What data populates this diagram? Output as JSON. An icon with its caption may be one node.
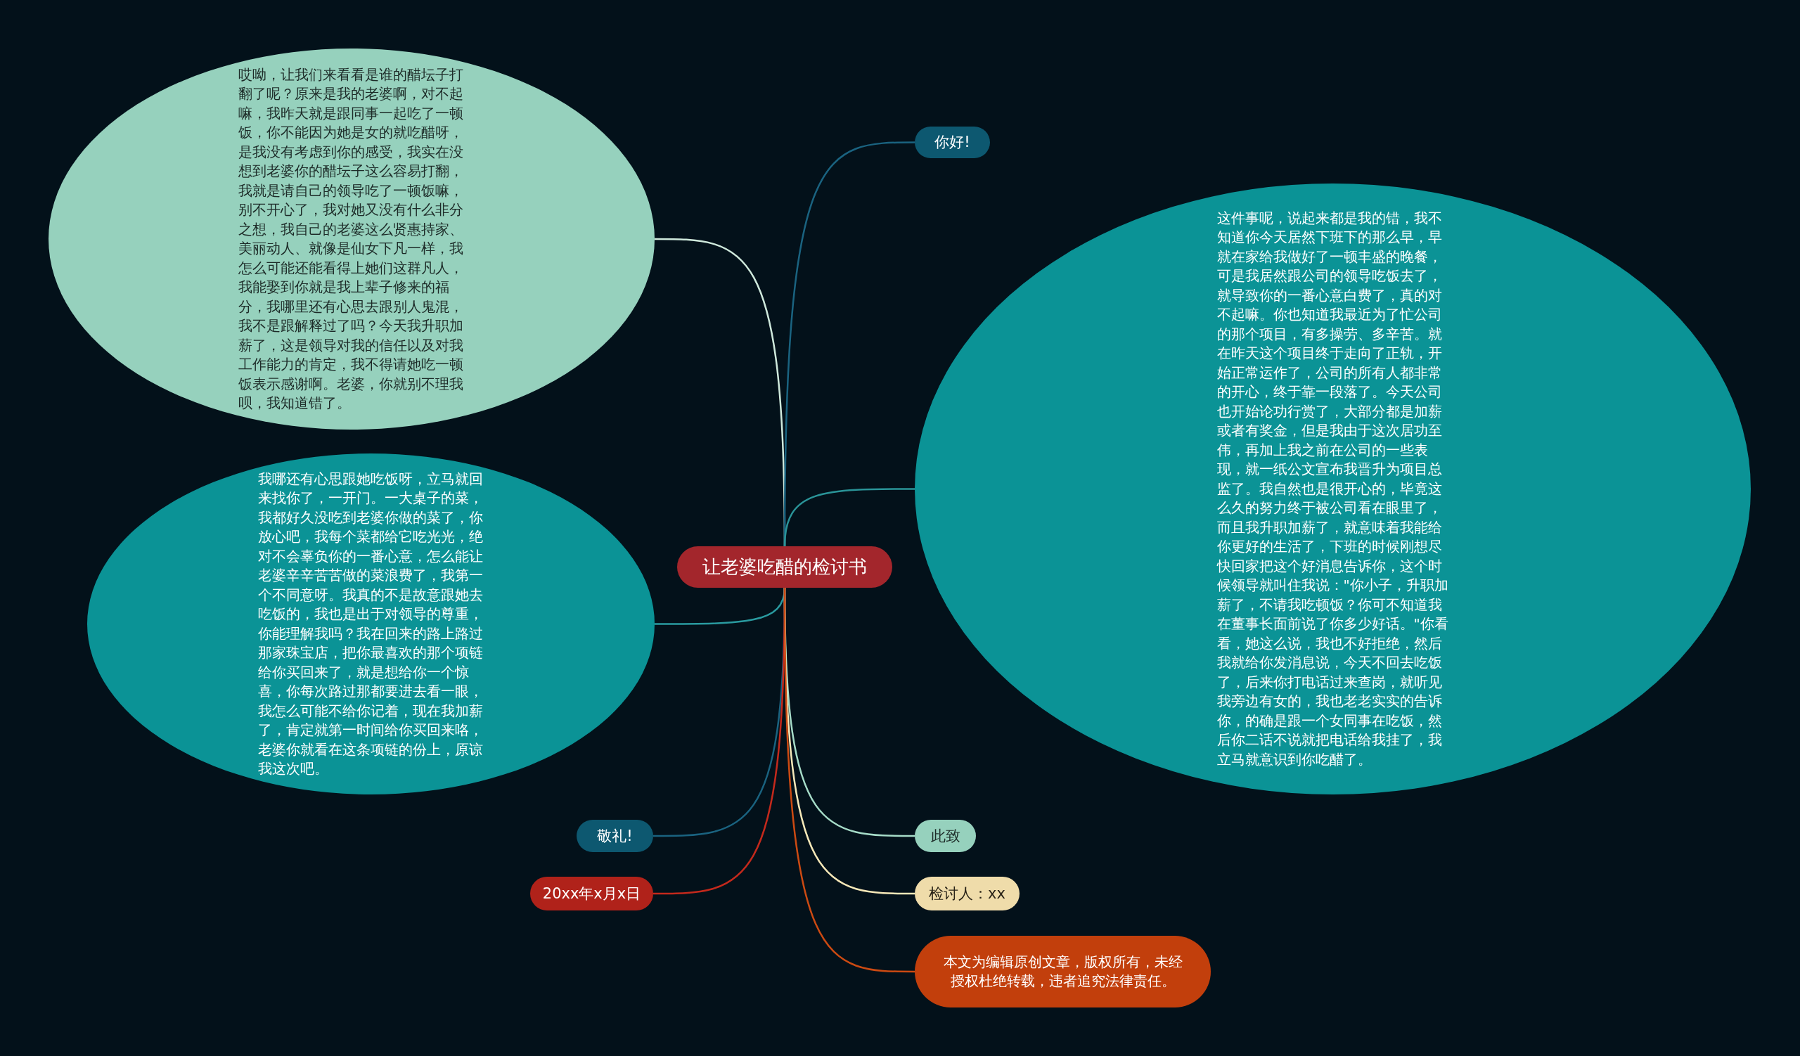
{
  "diagram": {
    "nodes": [
      {
        "text": [
          "让老婆吃醋的检讨书"
        ]
      },
      {
        "text": [
          "哎呦，让我们来看看是谁的醋坛子打翻了呢？原来是我的老婆啊，对不起嘛，我昨天就是跟同事一起吃了一顿饭，你不能因为她是女的就吃醋呀，是我没有考虑到你的感受，我实在没想到老婆你的醋坛子这么容易打翻，我就是请自己的领导吃了一顿饭嘛，别不开心了，我对她又没有什么非分之想，我自己的老婆这么贤惠持家、美丽动人、就像是仙女下凡一样，我怎么可能还能看得上她们这群凡人，我能娶到你就是我上辈子修来的福分，我哪里还有心思去跟别人鬼混，我不是跟解释过了吗？今天我升职加薪了，这是领导对我的信任以及对我工作能力的肯定，我不得请她吃一顿饭表示感谢啊。老婆，你就别不理我呗，我知道错了。"
        ]
      },
      {
        "text": [
          "你好!"
        ]
      },
      {
        "text": [
          "这件事呢，说起来都是我的错，我不知道你今天居然下班下的那么早，早就在家给我做好了一顿丰盛的晚餐，可是我居然跟公司的领导吃饭去了，就导致你的一番心意白费了，真的对不起嘛。你也知道我最近为了忙公司的那个项目，有多操劳、多辛苦。就在昨天这个项目终于走向了正轨，开始正常运作了，公司的所有人都非常的开心，终于靠一段落了。今天公司也开始论功行赏了，大部分都是加薪或者有奖金，但是我由于这次居功至伟，再加上我之前在公司的一些表现，就一纸公文宣布我晋升为项目总监了。我自然也是很开心的，毕竟这么久的努力终于被公司看在眼里了，而且我升职加薪了，就意味着我能给你更好的生活了，下班的时候刚想尽快回家把这个好消息告诉你，这个时候领导就叫住我说：\"你小子，升职加薪了，不请我吃顿饭？你可不知道我在董事长面前说了你多少好话。\"你看看，她这么说，我也不好拒绝，然后我就给你发消息说，今天不回去吃饭了，后来你打电话过来查岗，就听见我旁边有女的，我也老老实实的告诉你，的确是跟一个女同事在吃饭，然后你二话不说就把电话给我挂了，我立马就意识到你吃醋了。"
        ]
      },
      {
        "text": [
          "我哪还有心思跟她吃饭呀，立马就回来找你了，一开门。一大桌子的菜，我都好久没吃到老婆你做的菜了，你放心吧，我每个菜都给它吃光光，绝对不会辜负你的一番心意，怎么能让老婆辛辛苦苦做的菜浪费了，我第一个不同意呀。我真的不是故意跟她去吃饭的，我也是出于对领导的尊重，你能理解我吗？我在回来的路上路过那家珠宝店，把你最喜欢的那个项链给你买回来了，就是想给你一个惊喜，你每次路过那都要进去看一眼，我怎么可能不给你记着，现在我加薪了，肯定就第一时间给你买回来咯，老婆你就看在这条项链的份上，原谅我这次吧。"
        ]
      },
      {
        "text": [
          "敬礼!"
        ]
      },
      {
        "text": [
          "此致"
        ]
      },
      {
        "text": [
          "20xx年x月x日"
        ]
      },
      {
        "text": [
          "检讨人：xx"
        ]
      },
      {
        "text": [
          "本文为编辑原创文章，版权所有，未经授权杜绝转载，违者追究法律责任。"
        ]
      }
    ],
    "edges": [
      {
        "from": 0,
        "to": 1,
        "arrow": "none",
        "color": "#cfe9dc"
      },
      {
        "from": 0,
        "to": 2,
        "arrow": "none",
        "color": "#1a6380"
      },
      {
        "from": 0,
        "to": 3,
        "arrow": "none",
        "color": "#2a9498"
      },
      {
        "from": 0,
        "to": 4,
        "arrow": "none",
        "color": "#2a9ba0"
      },
      {
        "from": 0,
        "to": 5,
        "arrow": "none",
        "color": "#1a6380"
      },
      {
        "from": 0,
        "to": 6,
        "arrow": "none",
        "color": "#a6dcc8"
      },
      {
        "from": 0,
        "to": 7,
        "arrow": "none",
        "color": "#c4291c"
      },
      {
        "from": 0,
        "to": 8,
        "arrow": "none",
        "color": "#f6e8b8"
      },
      {
        "from": 0,
        "to": 9,
        "arrow": "none",
        "color": "#cc4a12"
      }
    ]
  }
}
